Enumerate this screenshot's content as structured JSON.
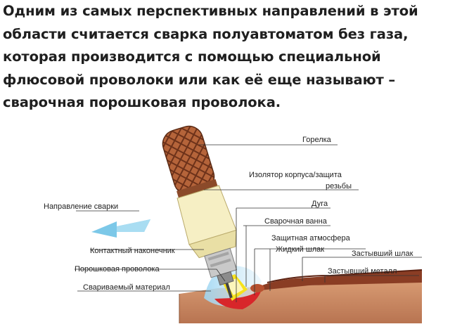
{
  "heading": {
    "lines": [
      "Одним из самых перспективных направлений в этой",
      "области считается сварка полуавтоматом без газа,",
      "которая производится с помощью специальной",
      "флюсовой проволоки или как её еще называют –",
      "сварочная порошковая проволока."
    ]
  },
  "diagram": {
    "labels": {
      "torch": "Горелка",
      "insulator_line1": "Изолятор корпуса/защита",
      "insulator_line2": "резьбы",
      "arc": "Дуга",
      "weld_pool": "Сварочная ванна",
      "shielding": "Защитная атмосфера",
      "liquid_slag": "Жидкий шлак",
      "solid_slag": "Застывший шлак",
      "solid_metal": "Застывший металл",
      "direction": "Направление сварки",
      "contact_tip": "Контактный наконечник",
      "flux_wire": "Порошковая проволока",
      "base_material": "Свариваемый материал"
    },
    "colors": {
      "handle": "#b5643a",
      "insulator": "#f6efc4",
      "nozzle": "#c9c9c9",
      "base_metal": "#c98963",
      "weld_bead": "#8a3d24",
      "arrow": "#7cc8e8",
      "arc_yellow": "#f7e21b",
      "pool_red": "#d8262a"
    }
  }
}
